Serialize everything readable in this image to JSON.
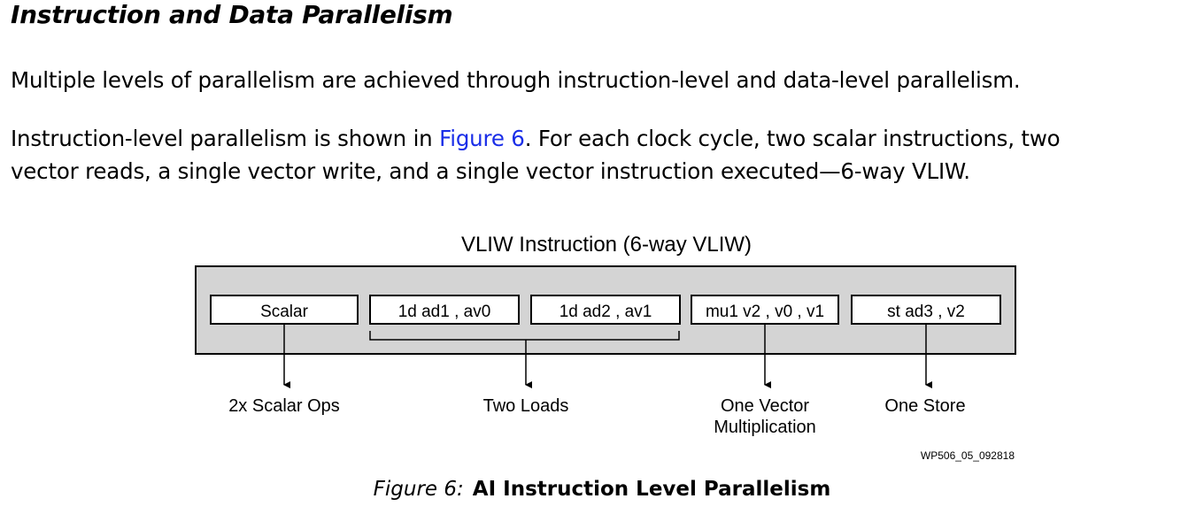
{
  "section": {
    "heading": "Instruction and Data Parallelism"
  },
  "paragraphs": {
    "p1": "Multiple levels of parallelism are achieved through instruction-level and data-level parallelism.",
    "p2_before_link": "Instruction-level parallelism is shown in ",
    "p2_link": "Figure 6",
    "p2_after_link_line1": ". For each clock cycle, two scalar instructions, two",
    "p2_line2": "vector reads, a single vector write, and a single vector instruction executed—6-way VLIW."
  },
  "figure": {
    "title": "VLIW Instruction (6-way VLIW)",
    "slots": [
      "Scalar",
      "1d ad1 , av0",
      "1d ad2 , av1",
      "mu1 v2 , v0 , v1",
      "st ad3 , v2"
    ],
    "outputs": {
      "scalar_ops": "2x Scalar Ops",
      "two_loads": "Two Loads",
      "vector_mult_line1": "One Vector",
      "vector_mult_line2": "Multiplication",
      "one_store": "One Store"
    },
    "figure_id": "WP506_05_092818",
    "colors": {
      "outer_box_fill": "#d4d4d4",
      "slot_fill": "#ffffff",
      "link": "#1a2ee8"
    }
  },
  "caption": {
    "label": "Figure 6:",
    "title": "AI Instruction Level Parallelism"
  }
}
